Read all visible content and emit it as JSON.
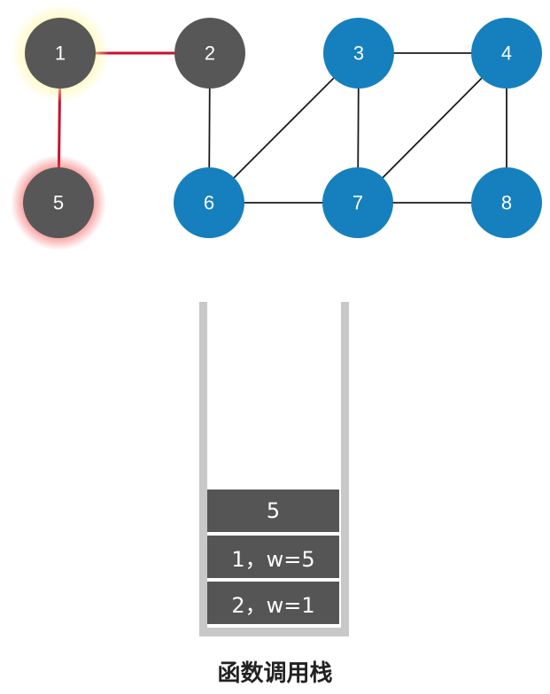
{
  "graph": {
    "nodes": [
      {
        "id": "1",
        "label": "1",
        "state": "visited",
        "highlight": "yellow"
      },
      {
        "id": "2",
        "label": "2",
        "state": "visited"
      },
      {
        "id": "3",
        "label": "3",
        "state": "unvisited"
      },
      {
        "id": "4",
        "label": "4",
        "state": "unvisited"
      },
      {
        "id": "5",
        "label": "5",
        "state": "visited",
        "highlight": "red"
      },
      {
        "id": "6",
        "label": "6",
        "state": "unvisited"
      },
      {
        "id": "7",
        "label": "7",
        "state": "unvisited"
      },
      {
        "id": "8",
        "label": "8",
        "state": "unvisited"
      }
    ],
    "edges": [
      {
        "from": "1",
        "to": "2",
        "active": true
      },
      {
        "from": "1",
        "to": "5",
        "active": true
      },
      {
        "from": "2",
        "to": "6",
        "active": false
      },
      {
        "from": "6",
        "to": "3",
        "active": false
      },
      {
        "from": "6",
        "to": "7",
        "active": false
      },
      {
        "from": "3",
        "to": "4",
        "active": false
      },
      {
        "from": "3",
        "to": "7",
        "active": false
      },
      {
        "from": "7",
        "to": "4",
        "active": false
      },
      {
        "from": "4",
        "to": "8",
        "active": false
      },
      {
        "from": "7",
        "to": "8",
        "active": false
      }
    ]
  },
  "stack": {
    "frames": [
      "5",
      "1，w=5",
      "2，w=1"
    ],
    "caption": "函数调用栈"
  },
  "colors": {
    "visited": "#575757",
    "unvisited": "#1580bd",
    "active_edge": "#c8102e",
    "edge": "#1a1a1a",
    "frame_bg": "#555555",
    "stack_wall": "#c8c8c8"
  }
}
